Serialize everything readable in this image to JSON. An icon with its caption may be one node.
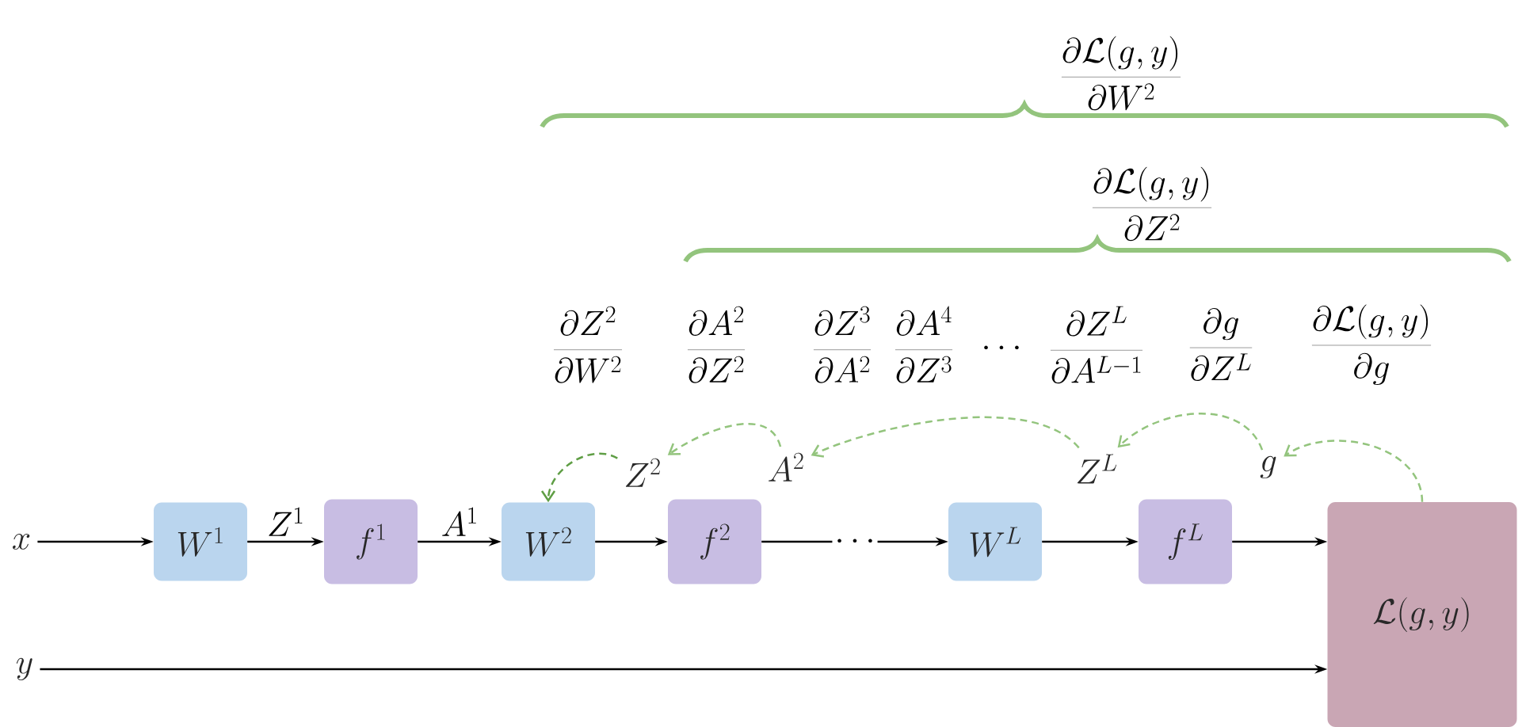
{
  "diagram": {
    "nodes": [
      {
        "text": [
          "x"
        ]
      },
      {
        "text": [
          "W^1"
        ]
      },
      {
        "text": [
          "f^1"
        ]
      },
      {
        "text": [
          "W^2"
        ]
      },
      {
        "text": [
          "f^2"
        ]
      },
      {
        "text": [
          "W^L"
        ]
      },
      {
        "text": [
          "f^L"
        ]
      },
      {
        "text": [
          "\\mathcal{L}(g, y)"
        ]
      },
      {
        "text": [
          "y"
        ]
      },
      {
        "text": [
          "Z^2"
        ]
      },
      {
        "text": [
          "A^2"
        ]
      },
      {
        "text": [
          "Z^L"
        ]
      },
      {
        "text": [
          "g"
        ]
      }
    ],
    "edges": [
      {
        "from": 0,
        "to": 1,
        "arrow": "to"
      },
      {
        "from": 1,
        "to": 2,
        "arrow": "to",
        "label": "Z^1"
      },
      {
        "from": 2,
        "to": 3,
        "arrow": "to",
        "label": "A^1"
      },
      {
        "from": 3,
        "to": 4,
        "arrow": "to"
      },
      {
        "from": 4,
        "to": 5,
        "arrow": "to",
        "label": "\\cdots"
      },
      {
        "from": 5,
        "to": 6,
        "arrow": "to"
      },
      {
        "from": 6,
        "to": 7,
        "arrow": "to"
      },
      {
        "from": 8,
        "to": 7,
        "arrow": "to"
      },
      {
        "from": 7,
        "to": 12,
        "arrow": "to",
        "style": "dashed",
        "color": "#93c47d"
      },
      {
        "from": 12,
        "to": 11,
        "arrow": "to",
        "style": "dashed",
        "color": "#93c47d"
      },
      {
        "from": 11,
        "to": 10,
        "arrow": "to",
        "style": "dashed",
        "color": "#93c47d"
      },
      {
        "from": 10,
        "to": 9,
        "arrow": "to",
        "style": "dashed",
        "color": "#93c47d"
      },
      {
        "from": 9,
        "to": 3,
        "arrow": "to",
        "style": "dashed",
        "color": "#5f9e45"
      }
    ],
    "labels": [
      "\\frac{\\partial \\mathcal{L}(g, y)}{\\partial W^2}",
      "\\frac{\\partial \\mathcal{L}(g, y)}{\\partial Z^2}",
      "\\frac{\\partial Z^2}{\\partial W^2}",
      "\\frac{\\partial A^2}{\\partial Z^2}",
      "\\frac{\\partial Z^3}{\\partial A^2}",
      "\\frac{\\partial A^4}{\\partial Z^3}",
      "\\cdots",
      "\\frac{\\partial Z^L}{\\partial A^{L-1}}",
      "\\frac{\\partial g}{\\partial Z^L}",
      "\\frac{\\partial \\mathcal{L}(g, y)}{\\partial g}"
    ]
  }
}
